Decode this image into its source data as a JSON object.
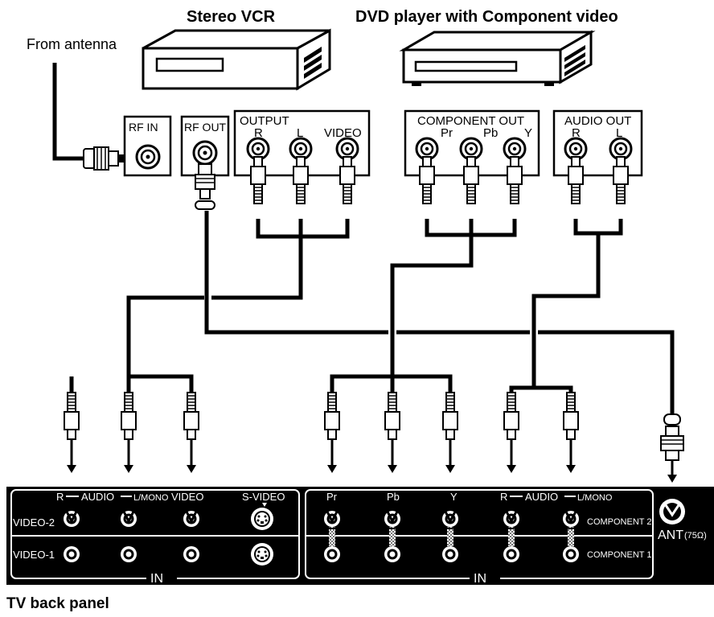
{
  "titles": {
    "vcr": "Stereo VCR",
    "dvd": "DVD player with Component video",
    "antenna": "From antenna",
    "tv_panel": "TV back panel"
  },
  "vcr_panel": {
    "rf_in": "RF IN",
    "rf_out": "RF OUT",
    "output": "OUTPUT",
    "r": "R",
    "l": "L",
    "video": "VIDEO"
  },
  "dvd_panel": {
    "component_out": "COMPONENT OUT",
    "pr": "Pr",
    "pb": "Pb",
    "y": "Y",
    "audio_out": "AUDIO OUT",
    "r": "R",
    "l": "L"
  },
  "tv_back": {
    "left": {
      "r": "R",
      "audio": "AUDIO",
      "l_mono": "L/MONO",
      "video": "VIDEO",
      "s_video": "S-VIDEO",
      "video2": "VIDEO-2",
      "video1": "VIDEO-1",
      "in": "IN"
    },
    "right": {
      "pr": "Pr",
      "pb": "Pb",
      "y": "Y",
      "r": "R",
      "audio": "AUDIO",
      "l_mono": "L/MONO",
      "component2": "COMPONENT 2",
      "component1": "COMPONENT 1",
      "in": "IN"
    },
    "ant": "ANT",
    "ant_ohm": "(75Ω)"
  }
}
